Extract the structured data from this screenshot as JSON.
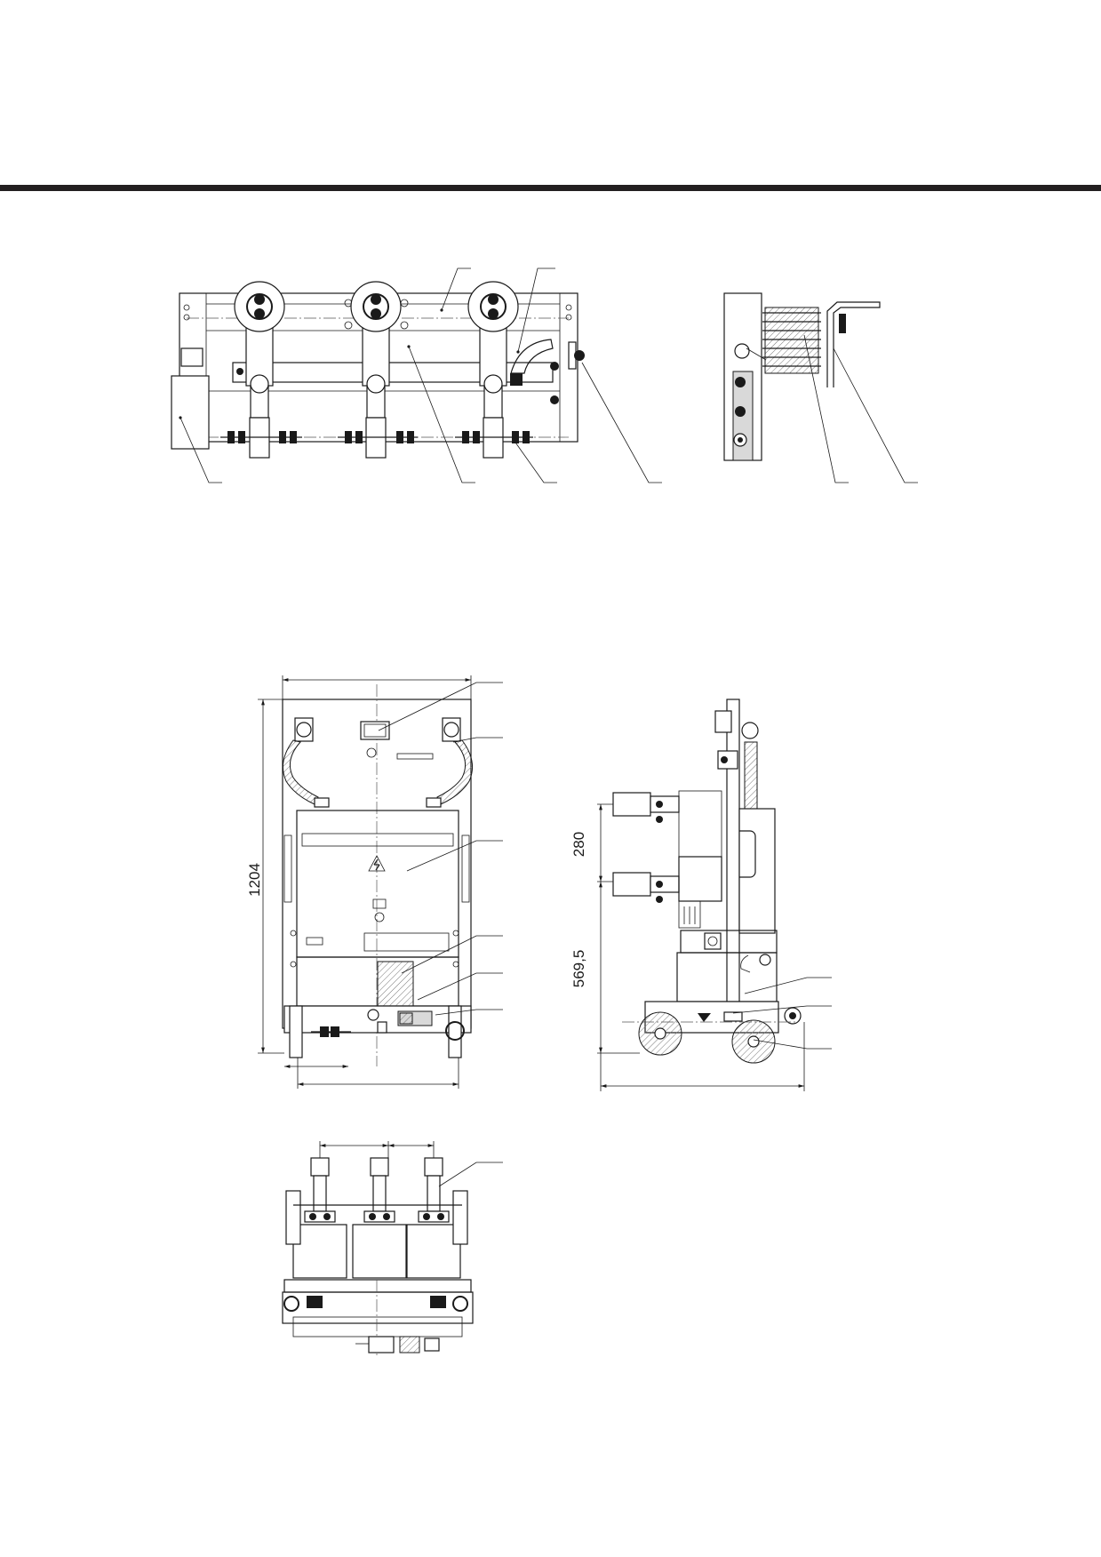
{
  "dimensions": {
    "height_overall": "1204",
    "upper_contact_spacing": "280",
    "lower_contact_height": "569,5"
  }
}
